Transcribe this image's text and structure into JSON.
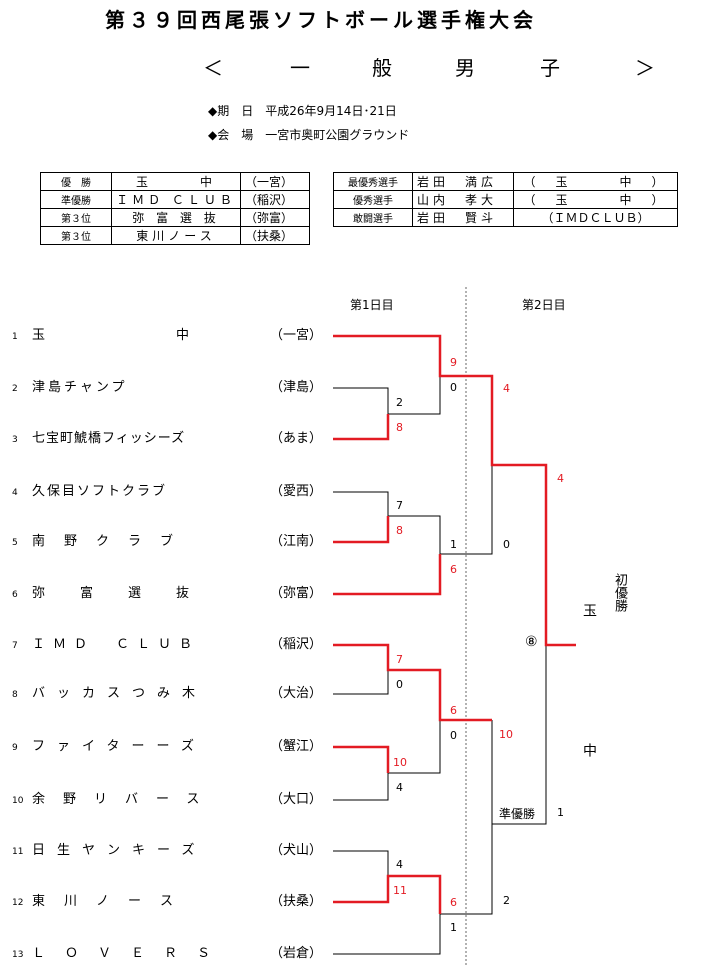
{
  "title": "第３９回西尾張ソフトボール選手権大会",
  "subtitle": [
    "＜",
    "一",
    "般",
    "男",
    "子",
    "＞"
  ],
  "info": [
    {
      "mark": "◆",
      "label": "期　日",
      "value": "平成26年9月14日･21日"
    },
    {
      "mark": "◆",
      "label": "会　場",
      "value": "一宮市奥町公園グラウンド"
    }
  ],
  "results": [
    {
      "rank": "優　勝",
      "team": "玉　　　中",
      "area": "（一宮）"
    },
    {
      "rank": "準優勝",
      "team": "ＩＭＤ ＣＬＵＢ",
      "area": "（稲沢）"
    },
    {
      "rank": "第３位",
      "team": "弥 富 選 抜",
      "area": "（弥富）"
    },
    {
      "rank": "第３位",
      "team": "東川ノース",
      "area": "（扶桑）"
    }
  ],
  "awards": [
    {
      "title": "最優秀選手",
      "name": "岩田　満広",
      "team": "（　玉　　　中　）"
    },
    {
      "title": "優秀選手",
      "name": "山内　孝大",
      "team": "（　玉　　　中　）"
    },
    {
      "title": "敢闘選手",
      "name": "岩田　賢斗",
      "team": "（ＩＭＤＣＬＵＢ）"
    }
  ],
  "rounds": [
    "第1日目",
    "第2日目"
  ],
  "teams": [
    {
      "no": "1",
      "name": "玉　　　　　　　　中",
      "area": "（一宮）"
    },
    {
      "no": "2",
      "name": "津島チャンプ",
      "area": "（津島）"
    },
    {
      "no": "3",
      "name": "七宝町鯱橋フィッシーズ",
      "area": "（あま）"
    },
    {
      "no": "4",
      "name": "久保目ソフトクラブ",
      "area": "（愛西）"
    },
    {
      "no": "5",
      "name": "南　野　ク　ラ　ブ",
      "area": "（江南）"
    },
    {
      "no": "6",
      "name": "弥　　富　　選　　抜",
      "area": "（弥富）"
    },
    {
      "no": "7",
      "name": "ＩＭＤ　ＣＬＵＢ",
      "area": "（稲沢）"
    },
    {
      "no": "8",
      "name": "バッカスつみ木",
      "area": "（大治）"
    },
    {
      "no": "9",
      "name": "ファイターーズ",
      "area": "（蟹江）"
    },
    {
      "no": "10",
      "name": "余野リバース",
      "area": "（大口）"
    },
    {
      "no": "11",
      "name": "日生ヤンキーズ",
      "area": "（犬山）"
    },
    {
      "no": "12",
      "name": "東　川　ノ　ー　ス",
      "area": "（扶桑）"
    },
    {
      "no": "13",
      "name": "ＬＯＶＥＲＳ",
      "area": "（岩倉）"
    }
  ],
  "scores": {
    "m_2_3": {
      "top": "2",
      "bottom": "8"
    },
    "m_4_5": {
      "top": "7",
      "bottom": "8"
    },
    "m_7_8": {
      "top": "7",
      "bottom": "0"
    },
    "m_9_10": {
      "top": "10",
      "bottom": "4"
    },
    "m_11_12": {
      "top": "4",
      "bottom": "11"
    },
    "r2_1": {
      "top": "9",
      "bottom": "0"
    },
    "r2_2": {
      "top": "1",
      "bottom": "6"
    },
    "r2_3": {
      "top": "6",
      "bottom": "0"
    },
    "r2_4": {
      "top": "6",
      "bottom": "1"
    },
    "sf_top": {
      "top": "4",
      "bottom": "0"
    },
    "sf_bot": {
      "top": "10",
      "bottom": "2"
    },
    "final": {
      "top": "4",
      "bottom": "1"
    }
  },
  "final_note": "⑧",
  "runner_up": "準優勝",
  "champion": {
    "team": "玉　中",
    "label": "初優勝"
  },
  "colors": {
    "win": "#e31b23",
    "lose": "#000000",
    "divider": "#666666"
  }
}
